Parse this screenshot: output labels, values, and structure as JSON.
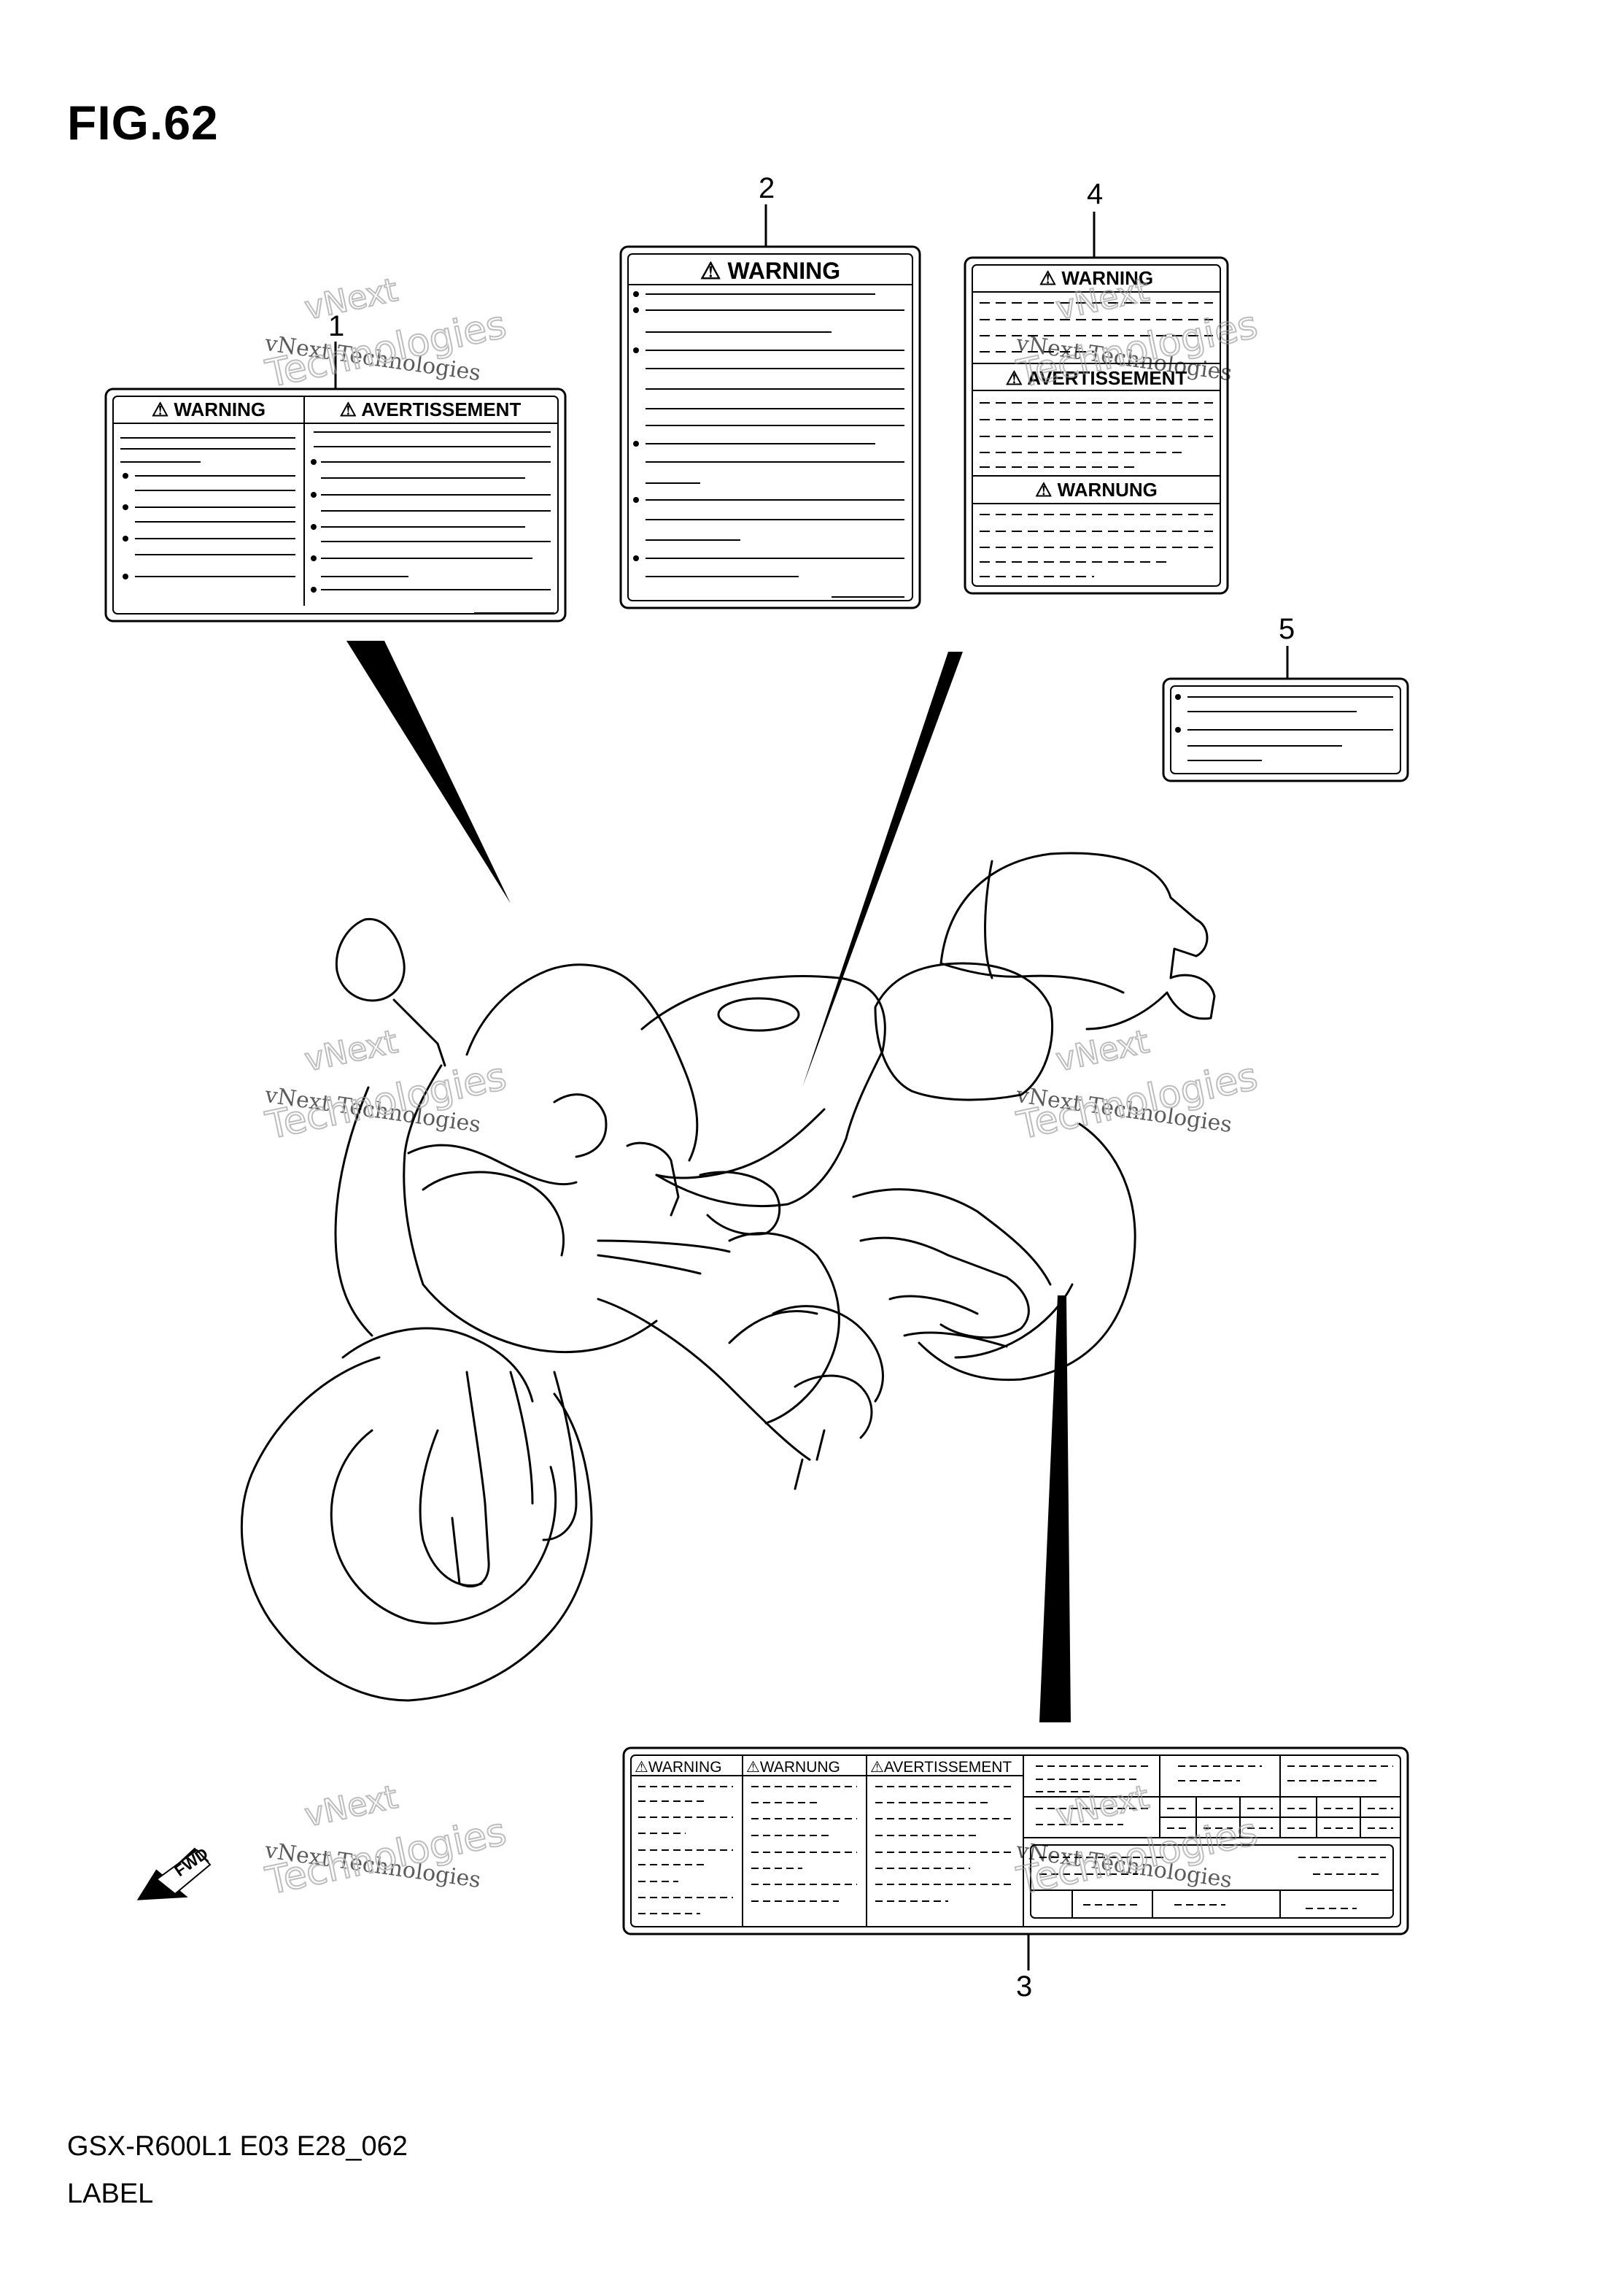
{
  "figure": {
    "title": "FIG.62",
    "model_code": "GSX-R600L1 E03 E28_062",
    "section": "LABEL"
  },
  "callouts": [
    "1",
    "2",
    "3",
    "4",
    "5"
  ],
  "labels": {
    "label1": {
      "left_heading": "⚠ WARNING",
      "right_heading": "⚠ AVERTISSEMENT"
    },
    "label2": {
      "heading": "⚠ WARNING"
    },
    "label3": {
      "col1": "⚠WARNING",
      "col2": "⚠WARNUNG",
      "col3": "⚠AVERTISSEMENT"
    },
    "label4": {
      "heading1": "⚠ WARNING",
      "heading2": "⚠ AVERTISSEMENT",
      "heading3": "⚠ WARNUNG"
    }
  },
  "fwd_arrow": {
    "text": "FWD",
    "icon": "forward-arrow-icon"
  },
  "watermark": {
    "line1": "vNext Technologies",
    "line2": "vNext",
    "line3": "Technologies"
  }
}
